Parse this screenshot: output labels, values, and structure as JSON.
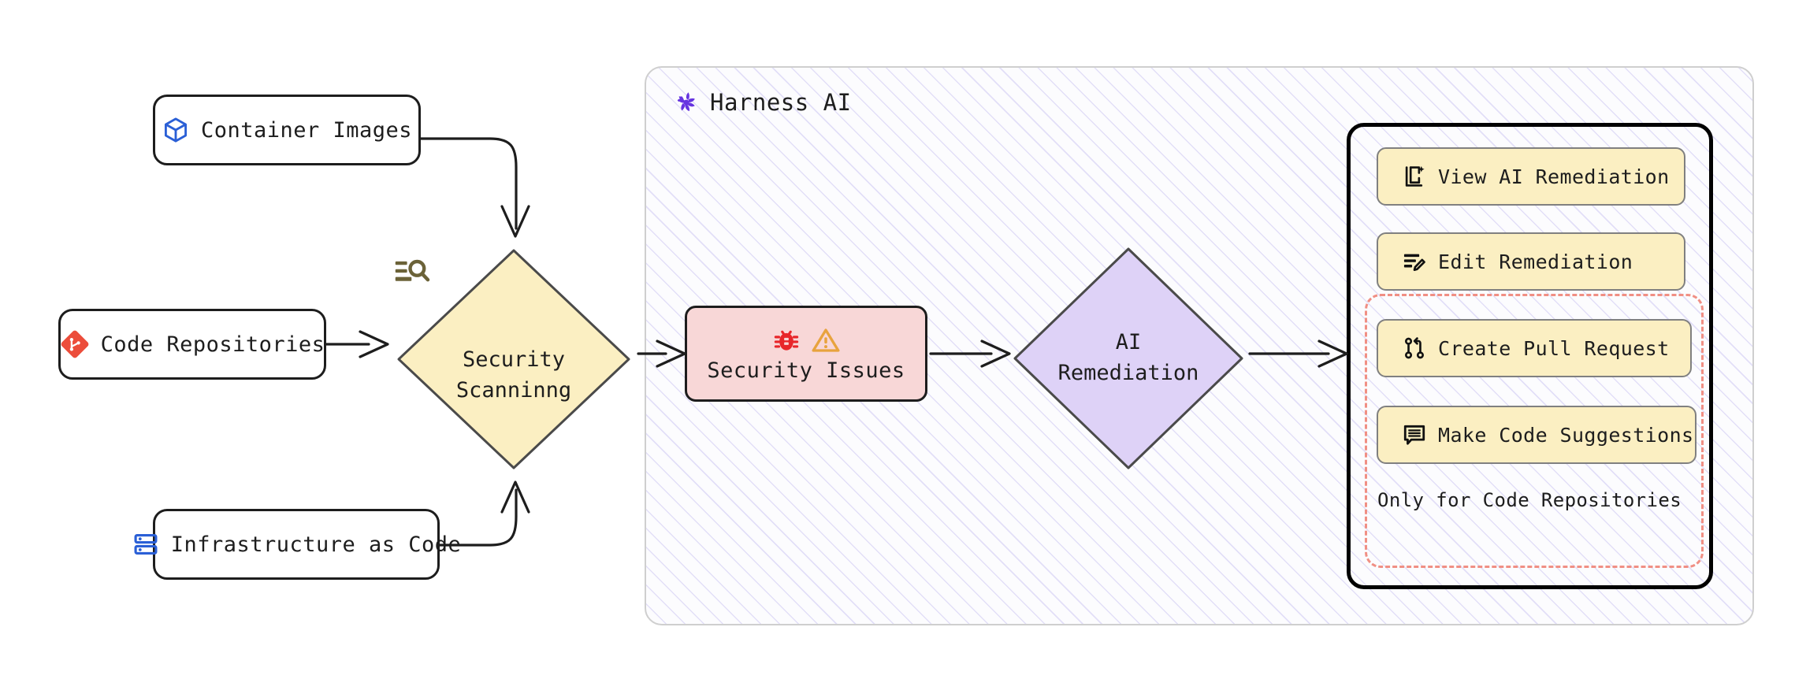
{
  "diagram": {
    "title": "Harness AI security scanning and remediation flow",
    "colors": {
      "diamond_yellow": "#fbefc2",
      "diamond_purple": "#ded2f7",
      "issue_pink": "#f8d7d7",
      "button_yellow": "#fbefc2",
      "dashed_red": "#f08f84",
      "harness_purple": "#6634e0",
      "container_blue": "#2a5fd6",
      "git_red": "#ec4d3b",
      "bug_red": "#e8262a",
      "warning_orange": "#e8a33d",
      "scan_icon_olive": "#6b6238",
      "node_border": "#1d1d1d",
      "panel_border": "#000000"
    },
    "sources": [
      {
        "id": "container-images",
        "label": "Container Images",
        "icon": "cube-icon"
      },
      {
        "id": "code-repositories",
        "label": "Code Repositories",
        "icon": "git-branch-icon"
      },
      {
        "id": "infrastructure-as-code",
        "label": "Infrastructure as Code",
        "icon": "server-rack-icon"
      }
    ],
    "security_scanning": {
      "line1": "Security",
      "line2": "Scanninng",
      "icon": "manage-search-icon"
    },
    "harness": {
      "title": "Harness AI",
      "logo": "harness-pinwheel-logo"
    },
    "security_issues": {
      "label": "Security Issues",
      "icons": [
        "bug-icon",
        "warning-triangle-icon"
      ]
    },
    "ai_remediation": {
      "line1": "AI",
      "line2": "Remediation"
    },
    "actions": [
      {
        "id": "view-ai-remediation",
        "label": "View AI Remediation",
        "icon": "document-sparkle-icon"
      },
      {
        "id": "edit-remediation",
        "label": "Edit Remediation",
        "icon": "lines-pencil-icon"
      },
      {
        "id": "create-pull-request",
        "label": "Create Pull Request",
        "icon": "pull-request-icon"
      },
      {
        "id": "make-code-suggestions",
        "label": "Make Code Suggestions",
        "icon": "comment-lines-icon"
      }
    ],
    "repo_only_note": "Only for Code Repositories"
  }
}
